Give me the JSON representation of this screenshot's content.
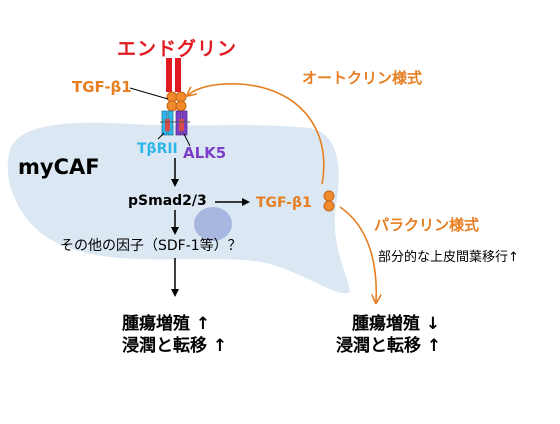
{
  "labels": {
    "endoglin": "エンドグリン",
    "tgf_beta1": "TGF-β1",
    "autocrine": "オートクリン様式",
    "tbrii": "TβRII",
    "alk5": "ALK5",
    "mycaf": "myCAF",
    "psmad": "pSmad2/3",
    "other_factors": "その他の因子（SDF-1等）？",
    "paracrine": "パラクリン様式",
    "partial_emt": "部分的な上皮間葉移行↑"
  },
  "left_outcomes": [
    {
      "text": "腫瘍増殖",
      "arrow": "↑"
    },
    {
      "text": "浸潤と転移",
      "arrow": "↑"
    }
  ],
  "right_outcomes": [
    {
      "text": "腫瘍増殖",
      "arrow": "↓"
    },
    {
      "text": "浸潤と転移",
      "arrow": "↑"
    }
  ],
  "colors": {
    "endoglin": "#e11920",
    "tgf": "#e67e22",
    "tbrii": "#2fb6e8",
    "alk5": "#7d3fc8",
    "cell": "#dbe8f4",
    "nucleus": "#a8b7e0"
  }
}
